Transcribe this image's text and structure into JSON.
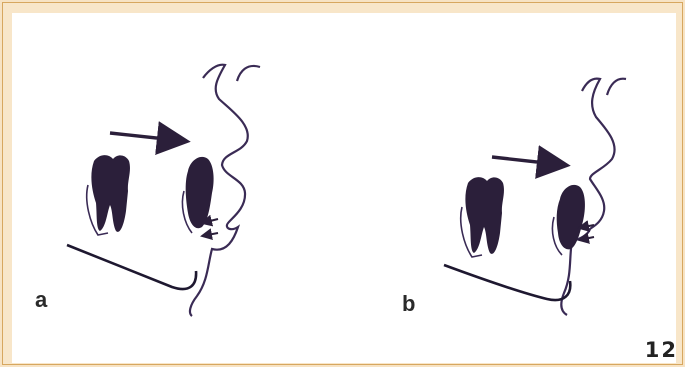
{
  "panels": [
    {
      "label": "a"
    },
    {
      "label": "b"
    }
  ],
  "figure_number": "12"
}
